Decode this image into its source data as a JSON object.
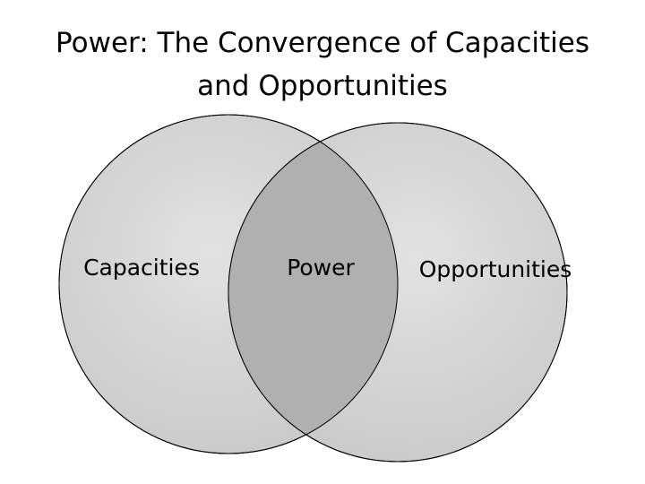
{
  "title": {
    "line1": "Power: The Convergence of Capacities",
    "line2": "and Opportunities"
  },
  "venn": {
    "left_label": "Capacities",
    "center_label": "Power",
    "right_label": "Opportunities",
    "colors": {
      "circle_fill": "#d6d6d6",
      "overlap_fill": "#b3b3b3",
      "stroke": "#000000"
    }
  }
}
